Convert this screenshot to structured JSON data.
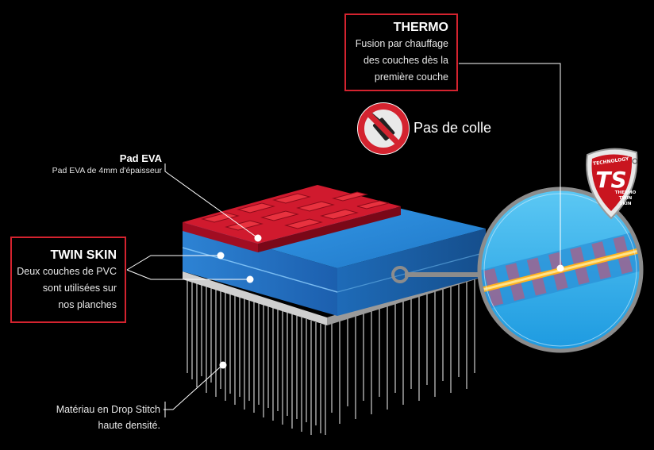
{
  "thermo": {
    "title": "THERMO",
    "lines": [
      "Fusion par chauffage",
      "des couches dès la",
      "première couche"
    ]
  },
  "no_glue": {
    "label": "Pas de colle",
    "icon": "no-glue-icon"
  },
  "pad_eva": {
    "title": "Pad EVA",
    "desc": "Pad EVA de 4mm d'épaisseur"
  },
  "twin_skin": {
    "title": "TWIN SKIN",
    "lines": [
      "Deux couches de PVC",
      "sont utilisées sur",
      "nos planches"
    ]
  },
  "drop_stitch": {
    "lines": [
      "Matériau en Drop Stitch",
      "haute densité."
    ]
  },
  "badge": {
    "main": "TS",
    "top": "TECHNOLOGY",
    "side": [
      "THERMO",
      "TWIN",
      "SKIN"
    ]
  },
  "colors": {
    "accent": "#d4232f",
    "pad": "#c8102e",
    "pvc_blue": "#2f86d6",
    "background": "#000000"
  }
}
